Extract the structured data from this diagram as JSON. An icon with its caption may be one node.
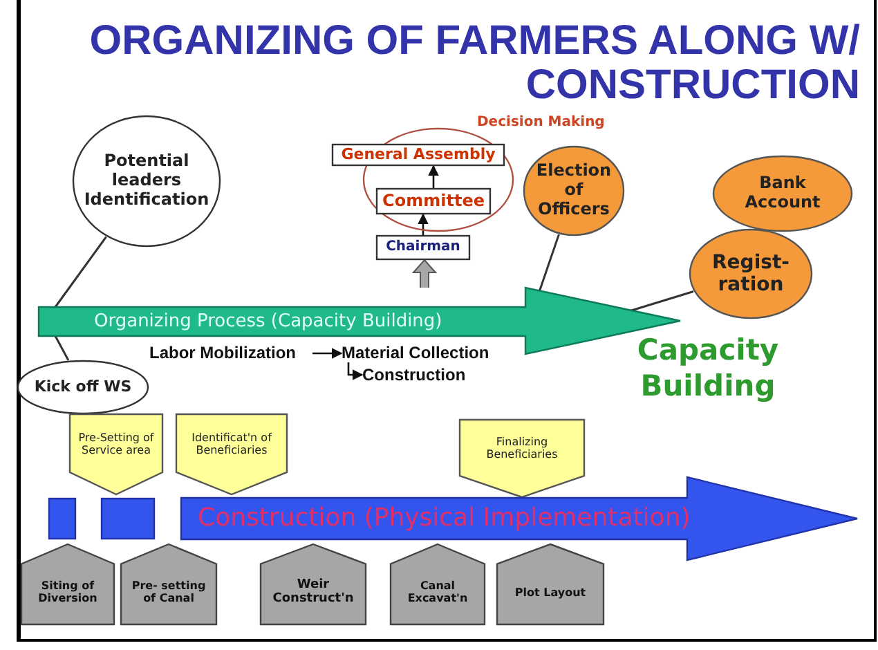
{
  "diagram": {
    "title": "ORGANIZING OF FARMERS ALONG W/ CONSTRUCTION",
    "nodes": [
      {
        "text": [
          "Potential leaders Identification"
        ]
      },
      {
        "text": [
          "Decision Making"
        ]
      },
      {
        "text": [
          "General Assembly"
        ],
        "in": 1
      },
      {
        "text": [
          "Committee"
        ],
        "in": 1
      },
      {
        "text": [
          "Chairman"
        ]
      },
      {
        "text": [
          "Election of Officers"
        ]
      },
      {
        "text": [
          "Bank Account"
        ]
      },
      {
        "text": [
          "Regist- ration"
        ]
      },
      {
        "text": [
          "Organizing Process (Capacity Building)"
        ]
      },
      {
        "text": [
          "Kick off WS"
        ]
      },
      {
        "text": [
          "Labor Mobilization"
        ]
      },
      {
        "text": [
          "Material Collection"
        ]
      },
      {
        "text": [
          "Construction"
        ]
      },
      {
        "text": [
          "Pre-Setting of Service area"
        ]
      },
      {
        "text": [
          "Identificat'n of Beneficiaries"
        ]
      },
      {
        "text": [
          "Finalizing Beneficiaries"
        ]
      },
      {
        "text": [],
        "shape": "box"
      },
      {
        "text": [],
        "shape": "box"
      },
      {
        "text": [
          "Construction (Physical Implementation)"
        ]
      },
      {
        "text": [
          "Siting of Diversion"
        ]
      },
      {
        "text": [
          "Pre- setting of Canal"
        ]
      },
      {
        "text": [
          "Weir Construct'n"
        ]
      },
      {
        "text": [
          "Canal Excavat'n"
        ]
      },
      {
        "text": [
          "Plot Layout"
        ]
      }
    ],
    "edges": [
      {
        "from": 4,
        "to": 3,
        "arrow": "to"
      },
      {
        "from": 3,
        "to": 2,
        "arrow": "to"
      },
      {
        "from": 8,
        "to": 4,
        "arrow": "to",
        "style": "thick",
        "color": "#a6a6a6"
      },
      {
        "from": 0,
        "to": 8,
        "arrow": "none"
      },
      {
        "from": 9,
        "to": 8,
        "arrow": "none"
      },
      {
        "from": 5,
        "to": 8,
        "arrow": "none"
      },
      {
        "from": 7,
        "to": 8,
        "arrow": "none"
      },
      {
        "from": 10,
        "to": 11,
        "arrow": "to"
      },
      {
        "from": 11,
        "to": 12,
        "arrow": "to"
      }
    ],
    "labels": [
      "Capacity Building"
    ]
  }
}
